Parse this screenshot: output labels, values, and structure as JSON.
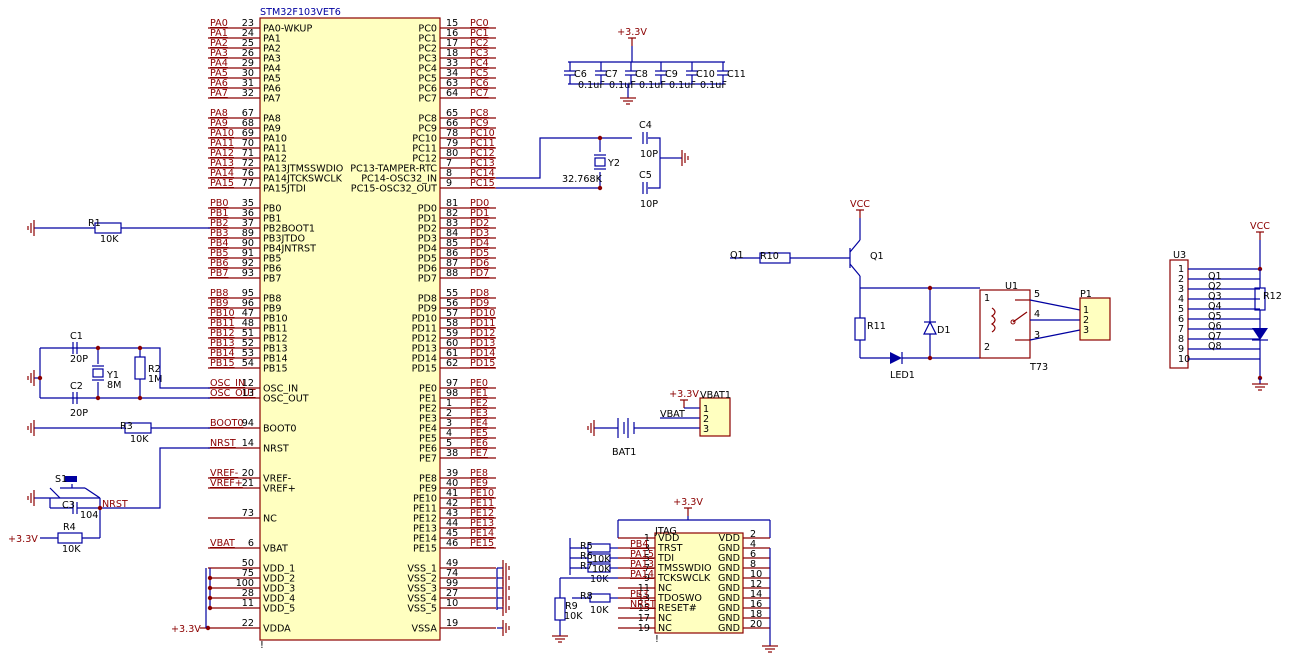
{
  "mcu": {
    "part": "STM32F103VET6",
    "left_pins": [
      {
        "net": "PA0",
        "num": "23",
        "name": "PA0-WKUP"
      },
      {
        "net": "PA1",
        "num": "24",
        "name": "PA1"
      },
      {
        "net": "PA2",
        "num": "25",
        "name": "PA2"
      },
      {
        "net": "PA3",
        "num": "26",
        "name": "PA3"
      },
      {
        "net": "PA4",
        "num": "29",
        "name": "PA4"
      },
      {
        "net": "PA5",
        "num": "30",
        "name": "PA5"
      },
      {
        "net": "PA6",
        "num": "31",
        "name": "PA6"
      },
      {
        "net": "PA7",
        "num": "32",
        "name": "PA7"
      },
      {
        "net": "PA8",
        "num": "67",
        "name": "PA8"
      },
      {
        "net": "PA9",
        "num": "68",
        "name": "PA9"
      },
      {
        "net": "PA10",
        "num": "69",
        "name": "PA10"
      },
      {
        "net": "PA11",
        "num": "70",
        "name": "PA11"
      },
      {
        "net": "PA12",
        "num": "71",
        "name": "PA12"
      },
      {
        "net": "PA13",
        "num": "72",
        "name": "PA13JTMSSWDIO"
      },
      {
        "net": "PA14",
        "num": "76",
        "name": "PA14JTCKSWCLK"
      },
      {
        "net": "PA15",
        "num": "77",
        "name": "PA15JTDI"
      },
      {
        "net": "PB0",
        "num": "35",
        "name": "PB0"
      },
      {
        "net": "PB1",
        "num": "36",
        "name": "PB1"
      },
      {
        "net": "PB2",
        "num": "37",
        "name": "PB2BOOT1"
      },
      {
        "net": "PB3",
        "num": "89",
        "name": "PB3JTDO"
      },
      {
        "net": "PB4",
        "num": "90",
        "name": "PB4JNTRST"
      },
      {
        "net": "PB5",
        "num": "91",
        "name": "PB5"
      },
      {
        "net": "PB6",
        "num": "92",
        "name": "PB6"
      },
      {
        "net": "PB7",
        "num": "93",
        "name": "PB7"
      },
      {
        "net": "PB8",
        "num": "95",
        "name": "PB8"
      },
      {
        "net": "PB9",
        "num": "96",
        "name": "PB9"
      },
      {
        "net": "PB10",
        "num": "47",
        "name": "PB10"
      },
      {
        "net": "PB11",
        "num": "48",
        "name": "PB11"
      },
      {
        "net": "PB12",
        "num": "51",
        "name": "PB12"
      },
      {
        "net": "PB13",
        "num": "52",
        "name": "PB13"
      },
      {
        "net": "PB14",
        "num": "53",
        "name": "PB14"
      },
      {
        "net": "PB15",
        "num": "54",
        "name": "PB15"
      },
      {
        "net": "OSC_IN",
        "num": "12",
        "name": "OSC_IN"
      },
      {
        "net": "OSC_OUT",
        "num": "13",
        "name": "OSC_OUT"
      },
      {
        "net": "BOOT0",
        "num": "94",
        "name": "BOOT0"
      },
      {
        "net": "NRST",
        "num": "14",
        "name": "NRST"
      },
      {
        "net": "VREF-",
        "num": "20",
        "name": "VREF-"
      },
      {
        "net": "VREF+",
        "num": "21",
        "name": "VREF+"
      },
      {
        "net": "",
        "num": "73",
        "name": "NC"
      },
      {
        "net": "VBAT",
        "num": "6",
        "name": "VBAT"
      },
      {
        "net": "",
        "num": "50",
        "name": "VDD_1"
      },
      {
        "net": "",
        "num": "75",
        "name": "VDD_2"
      },
      {
        "net": "",
        "num": "100",
        "name": "VDD_3"
      },
      {
        "net": "",
        "num": "28",
        "name": "VDD_4"
      },
      {
        "net": "",
        "num": "11",
        "name": "VDD_5"
      },
      {
        "net": "",
        "num": "22",
        "name": "VDDA"
      }
    ],
    "right_pins": [
      {
        "net": "PC0",
        "num": "15",
        "name": "PC0"
      },
      {
        "net": "PC1",
        "num": "16",
        "name": "PC1"
      },
      {
        "net": "PC2",
        "num": "17",
        "name": "PC2"
      },
      {
        "net": "PC3",
        "num": "18",
        "name": "PC3"
      },
      {
        "net": "PC4",
        "num": "33",
        "name": "PC4"
      },
      {
        "net": "PC5",
        "num": "34",
        "name": "PC5"
      },
      {
        "net": "PC6",
        "num": "63",
        "name": "PC6"
      },
      {
        "net": "PC7",
        "num": "64",
        "name": "PC7"
      },
      {
        "net": "PC8",
        "num": "65",
        "name": "PC8"
      },
      {
        "net": "PC9",
        "num": "66",
        "name": "PC9"
      },
      {
        "net": "PC10",
        "num": "78",
        "name": "PC10"
      },
      {
        "net": "PC11",
        "num": "79",
        "name": "PC11"
      },
      {
        "net": "PC12",
        "num": "80",
        "name": "PC12"
      },
      {
        "net": "PC13",
        "num": "7",
        "name": "PC13-TAMPER-RTC"
      },
      {
        "net": "PC14",
        "num": "8",
        "name": "PC14-OSC32_IN"
      },
      {
        "net": "PC15",
        "num": "9",
        "name": "PC15-OSC32_OUT"
      },
      {
        "net": "PD0",
        "num": "81",
        "name": "PD0"
      },
      {
        "net": "PD1",
        "num": "82",
        "name": "PD1"
      },
      {
        "net": "PD2",
        "num": "83",
        "name": "PD2"
      },
      {
        "net": "PD3",
        "num": "84",
        "name": "PD3"
      },
      {
        "net": "PD4",
        "num": "85",
        "name": "PD4"
      },
      {
        "net": "PD5",
        "num": "86",
        "name": "PD5"
      },
      {
        "net": "PD6",
        "num": "87",
        "name": "PD6"
      },
      {
        "net": "PD7",
        "num": "88",
        "name": "PD7"
      },
      {
        "net": "PD8",
        "num": "55",
        "name": "PD8"
      },
      {
        "net": "PD9",
        "num": "56",
        "name": "PD9"
      },
      {
        "net": "PD10",
        "num": "57",
        "name": "PD10"
      },
      {
        "net": "PD11",
        "num": "58",
        "name": "PD11"
      },
      {
        "net": "PD12",
        "num": "59",
        "name": "PD12"
      },
      {
        "net": "PD13",
        "num": "60",
        "name": "PD13"
      },
      {
        "net": "PD14",
        "num": "61",
        "name": "PD14"
      },
      {
        "net": "PD15",
        "num": "62",
        "name": "PD15"
      },
      {
        "net": "PE0",
        "num": "97",
        "name": "PE0"
      },
      {
        "net": "PE1",
        "num": "98",
        "name": "PE1"
      },
      {
        "net": "PE2",
        "num": "1",
        "name": "PE2"
      },
      {
        "net": "PE3",
        "num": "2",
        "name": "PE3"
      },
      {
        "net": "PE4",
        "num": "3",
        "name": "PE4"
      },
      {
        "net": "PE5",
        "num": "4",
        "name": "PE5"
      },
      {
        "net": "PE6",
        "num": "5",
        "name": "PE6"
      },
      {
        "net": "PE7",
        "num": "38",
        "name": "PE7"
      },
      {
        "net": "PE8",
        "num": "39",
        "name": "PE8"
      },
      {
        "net": "PE9",
        "num": "40",
        "name": "PE9"
      },
      {
        "net": "PE10",
        "num": "41",
        "name": "PE10"
      },
      {
        "net": "PE11",
        "num": "42",
        "name": "PE11"
      },
      {
        "net": "PE12",
        "num": "43",
        "name": "PE12"
      },
      {
        "net": "PE13",
        "num": "44",
        "name": "PE13"
      },
      {
        "net": "PE14",
        "num": "45",
        "name": "PE14"
      },
      {
        "net": "PE15",
        "num": "46",
        "name": "PE15"
      },
      {
        "net": "",
        "num": "49",
        "name": "VSS_1"
      },
      {
        "net": "",
        "num": "74",
        "name": "VSS_2"
      },
      {
        "net": "",
        "num": "99",
        "name": "VSS_3"
      },
      {
        "net": "",
        "num": "27",
        "name": "VSS_4"
      },
      {
        "net": "",
        "num": "10",
        "name": "VSS_5"
      },
      {
        "net": "",
        "num": "19",
        "name": "VSSA"
      }
    ]
  },
  "decoupling": {
    "power": "+3.3V",
    "caps": [
      {
        "ref": "C6",
        "value": "0.1uF"
      },
      {
        "ref": "C7",
        "value": "0.1uF"
      },
      {
        "ref": "C8",
        "value": "0.1uF"
      },
      {
        "ref": "C9",
        "value": "0.1uF"
      },
      {
        "ref": "C10",
        "value": "0.1uF"
      },
      {
        "ref": "C11",
        "value": ""
      }
    ]
  },
  "rtc_osc": {
    "c4": "C4",
    "c4_val": "10P",
    "c5": "C5",
    "c5_val": "10P",
    "y2": "Y2",
    "y2_val": "32.768K"
  },
  "main_osc": {
    "c1": "C1",
    "c1_val": "20P",
    "c2": "C2",
    "c2_val": "20P",
    "y1": "Y1",
    "y1_val": "8M",
    "r2": "R2",
    "r2_val": "1M",
    "osc_in": "OSC_IN",
    "osc_out": "OSC_OUT"
  },
  "r1": {
    "ref": "R1",
    "value": "10K"
  },
  "r3": {
    "ref": "R3",
    "value": "10K",
    "net": "BOOT0"
  },
  "reset": {
    "s1": "S1",
    "c3": "C3",
    "c3_val": "104",
    "r4": "R4",
    "r4_val": "10K",
    "net": "NRST",
    "power": "+3.3V"
  },
  "vdda_power": "+3.3V",
  "relay_driver": {
    "vcc": "VCC",
    "q1_net": "Q1",
    "r10": "R10",
    "q1": "Q1",
    "r11": "R11",
    "d1": "D1",
    "led1": "LED1",
    "u1": "U1",
    "u1_part": "T73",
    "p1": "P1",
    "relay_pins": [
      "1",
      "2",
      "5",
      "4",
      "3"
    ],
    "p1_pins": [
      "1",
      "2",
      "3"
    ]
  },
  "led_bar": {
    "u3": "U3",
    "vcc": "VCC",
    "r12": "R12",
    "pins": [
      "1",
      "2",
      "3",
      "4",
      "5",
      "6",
      "7",
      "8",
      "9",
      "10"
    ],
    "nets": [
      "Q1",
      "Q2",
      "Q3",
      "Q4",
      "Q5",
      "Q6",
      "Q7",
      "Q8"
    ]
  },
  "battery": {
    "power": "+3.3V",
    "conn": "VBAT1",
    "pins": [
      "1",
      "2",
      "3"
    ],
    "net": "VBAT",
    "bat": "BAT1"
  },
  "jtag": {
    "ref": "JTAG",
    "power": "+3.3V",
    "left": [
      {
        "num": "1",
        "name": "VDD"
      },
      {
        "num": "3",
        "name": "TRST"
      },
      {
        "num": "5",
        "name": "TDI"
      },
      {
        "num": "7",
        "name": "TMSSWDIO"
      },
      {
        "num": "9",
        "name": "TCKSWCLK"
      },
      {
        "num": "11",
        "name": "NC"
      },
      {
        "num": "13",
        "name": "TDOSWO"
      },
      {
        "num": "15",
        "name": "RESET#"
      },
      {
        "num": "17",
        "name": "NC"
      },
      {
        "num": "19",
        "name": "NC"
      }
    ],
    "right": [
      {
        "num": "2",
        "name": "VDD"
      },
      {
        "num": "4",
        "name": "GND"
      },
      {
        "num": "6",
        "name": "GND"
      },
      {
        "num": "8",
        "name": "GND"
      },
      {
        "num": "10",
        "name": "GND"
      },
      {
        "num": "12",
        "name": "GND"
      },
      {
        "num": "14",
        "name": "GND"
      },
      {
        "num": "16",
        "name": "GND"
      },
      {
        "num": "18",
        "name": "GND"
      },
      {
        "num": "20",
        "name": "GND"
      }
    ],
    "nets": [
      "PB4",
      "PA15",
      "PA13",
      "PA14",
      "PB3",
      "NRST"
    ],
    "resistors": [
      {
        "ref": "R5",
        "value": "10K"
      },
      {
        "ref": "R6",
        "value": "10K"
      },
      {
        "ref": "R7",
        "value": "10K"
      },
      {
        "ref": "R8",
        "value": "10K"
      },
      {
        "ref": "R9",
        "value": "10K"
      }
    ]
  }
}
